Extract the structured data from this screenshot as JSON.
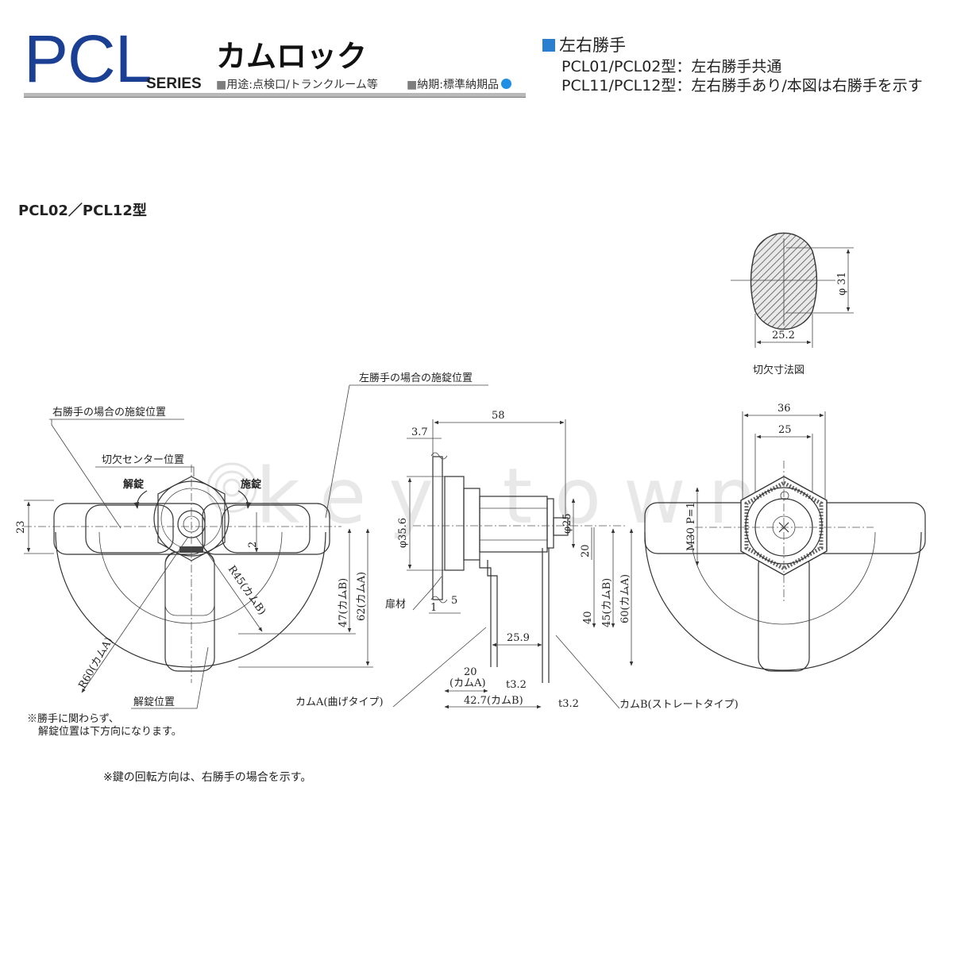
{
  "header": {
    "series_code": "PCL",
    "series_word": "SERIES",
    "product_name": "カムロック",
    "usage": "用途:点検口/トランクルーム等",
    "delivery": "納期:標準納期品"
  },
  "handedness": {
    "title": "左右勝手",
    "line1": "PCL01/PCL02型：左右勝手共通",
    "line2": "PCL11/PCL12型：左右勝手あり/本図は右勝手を示す"
  },
  "model_label": "PCL02／PCL12型",
  "front_view": {
    "locked_right": "右勝手の場合の施錠位置",
    "locked_left": "左勝手の場合の施錠位置",
    "notch_center": "切欠センター位置",
    "unlock_arrow": "解錠",
    "lock_arrow": "施錠",
    "unlocked_position": "解錠位置",
    "note_line1": "※勝手に関わらず、",
    "note_line2": "解錠位置は下方向になります。",
    "dim_23": "23",
    "dim_2": "2",
    "dim_r45": "R45(カムB)",
    "dim_r60": "R60(カムA)",
    "dim_47": "47(カムB)",
    "dim_62": "62(カムA)"
  },
  "side_view": {
    "dim_58": "58",
    "dim_3_7": "3.7",
    "dim_35_6": "φ35.6",
    "dim_25": "φ25",
    "dim_20": "20",
    "dim_45": "45(カムB)",
    "dim_60": "60(カムA)",
    "dim_40": "40",
    "dim_25_9": "25.9",
    "dim_1": "1",
    "dim_5": "5",
    "door": "扉材",
    "dim_20_cam": "20",
    "dim_20_cam_sub": "(カムA)",
    "dim_t3_2a": "t3.2",
    "dim_42_7": "42.7(カムB)",
    "dim_t3_2b": "t3.2",
    "cam_a": "カムA(曲げタイプ)",
    "cam_b": "カムB(ストレートタイプ)"
  },
  "back_view": {
    "dim_36": "36",
    "dim_25": "25",
    "dim_m30": "M30 P=1"
  },
  "cutout": {
    "dim_31": "φ 31",
    "dim_25_2": "25.2",
    "caption": "切欠寸法図"
  },
  "watermark": "key town",
  "footnote": "※鍵の回転方向は、右勝手の場合を示す。",
  "colors": {
    "brand_blue": "#1b3f93",
    "accent_blue": "#1e8fe3",
    "square_blue": "#2a7fd0"
  }
}
